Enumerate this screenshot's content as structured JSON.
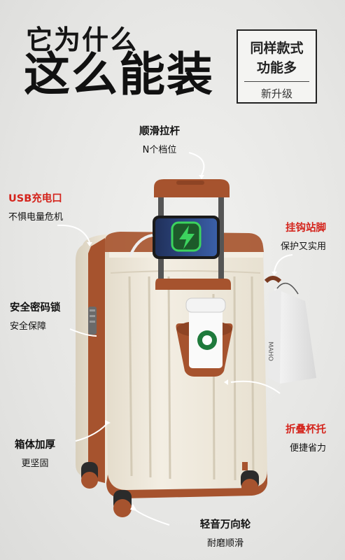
{
  "headline": {
    "line1": "它为什么",
    "line2": "这么能装"
  },
  "badge": {
    "line1": "同样款式",
    "line2": "功能多",
    "line3": "新升级"
  },
  "callouts": {
    "handle": {
      "title": "顺滑拉杆",
      "subtitle": "N个档位"
    },
    "usb": {
      "title": "USB充电口",
      "subtitle": "不惧电量危机"
    },
    "hook": {
      "title": "挂钩站脚",
      "subtitle": "保护又实用"
    },
    "lock": {
      "title": "安全密码锁",
      "subtitle": "安全保障"
    },
    "cupholder": {
      "title": "折叠杯托",
      "subtitle": "便捷省力"
    },
    "shell": {
      "title": "箱体加厚",
      "subtitle": "更坚固"
    },
    "wheels": {
      "title": "轻音万向轮",
      "subtitle": "耐磨顺滑"
    }
  },
  "colors": {
    "accent_red": "#d4241c",
    "shell": "#efe9dc",
    "trim": "#a6532e"
  }
}
